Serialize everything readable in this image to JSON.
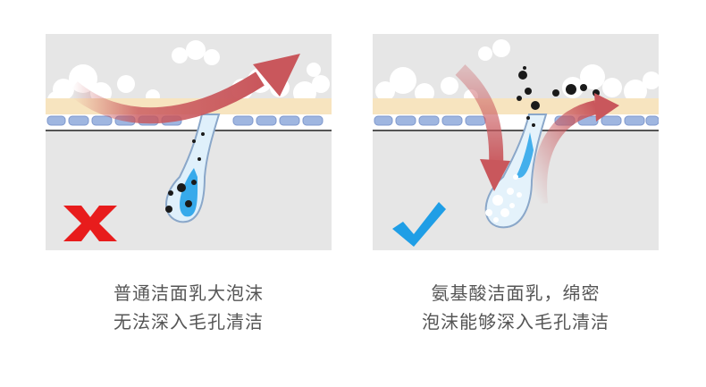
{
  "colors": {
    "background": "#ffffff",
    "scene_background": "#e6e6e6",
    "foam": "#ffffff",
    "skin_surface": "#f7e4bf",
    "skin_cells": "#9fb6e0",
    "arrow": "#c9575c",
    "cross_mark": "#e81c1c",
    "check_mark": "#1f9ee6",
    "dirt": "#1a1a1a",
    "pore_water": "#1a9ee8",
    "caption_text": "#555555"
  },
  "left_panel": {
    "verdict_icon": "cross-icon",
    "caption_lines": [
      "普通洁面乳大泡沫",
      "无法深入毛孔清洁"
    ]
  },
  "right_panel": {
    "verdict_icon": "check-icon",
    "caption_lines": [
      "氨基酸洁面乳，绵密",
      "泡沫能够深入毛孔清洁"
    ]
  }
}
